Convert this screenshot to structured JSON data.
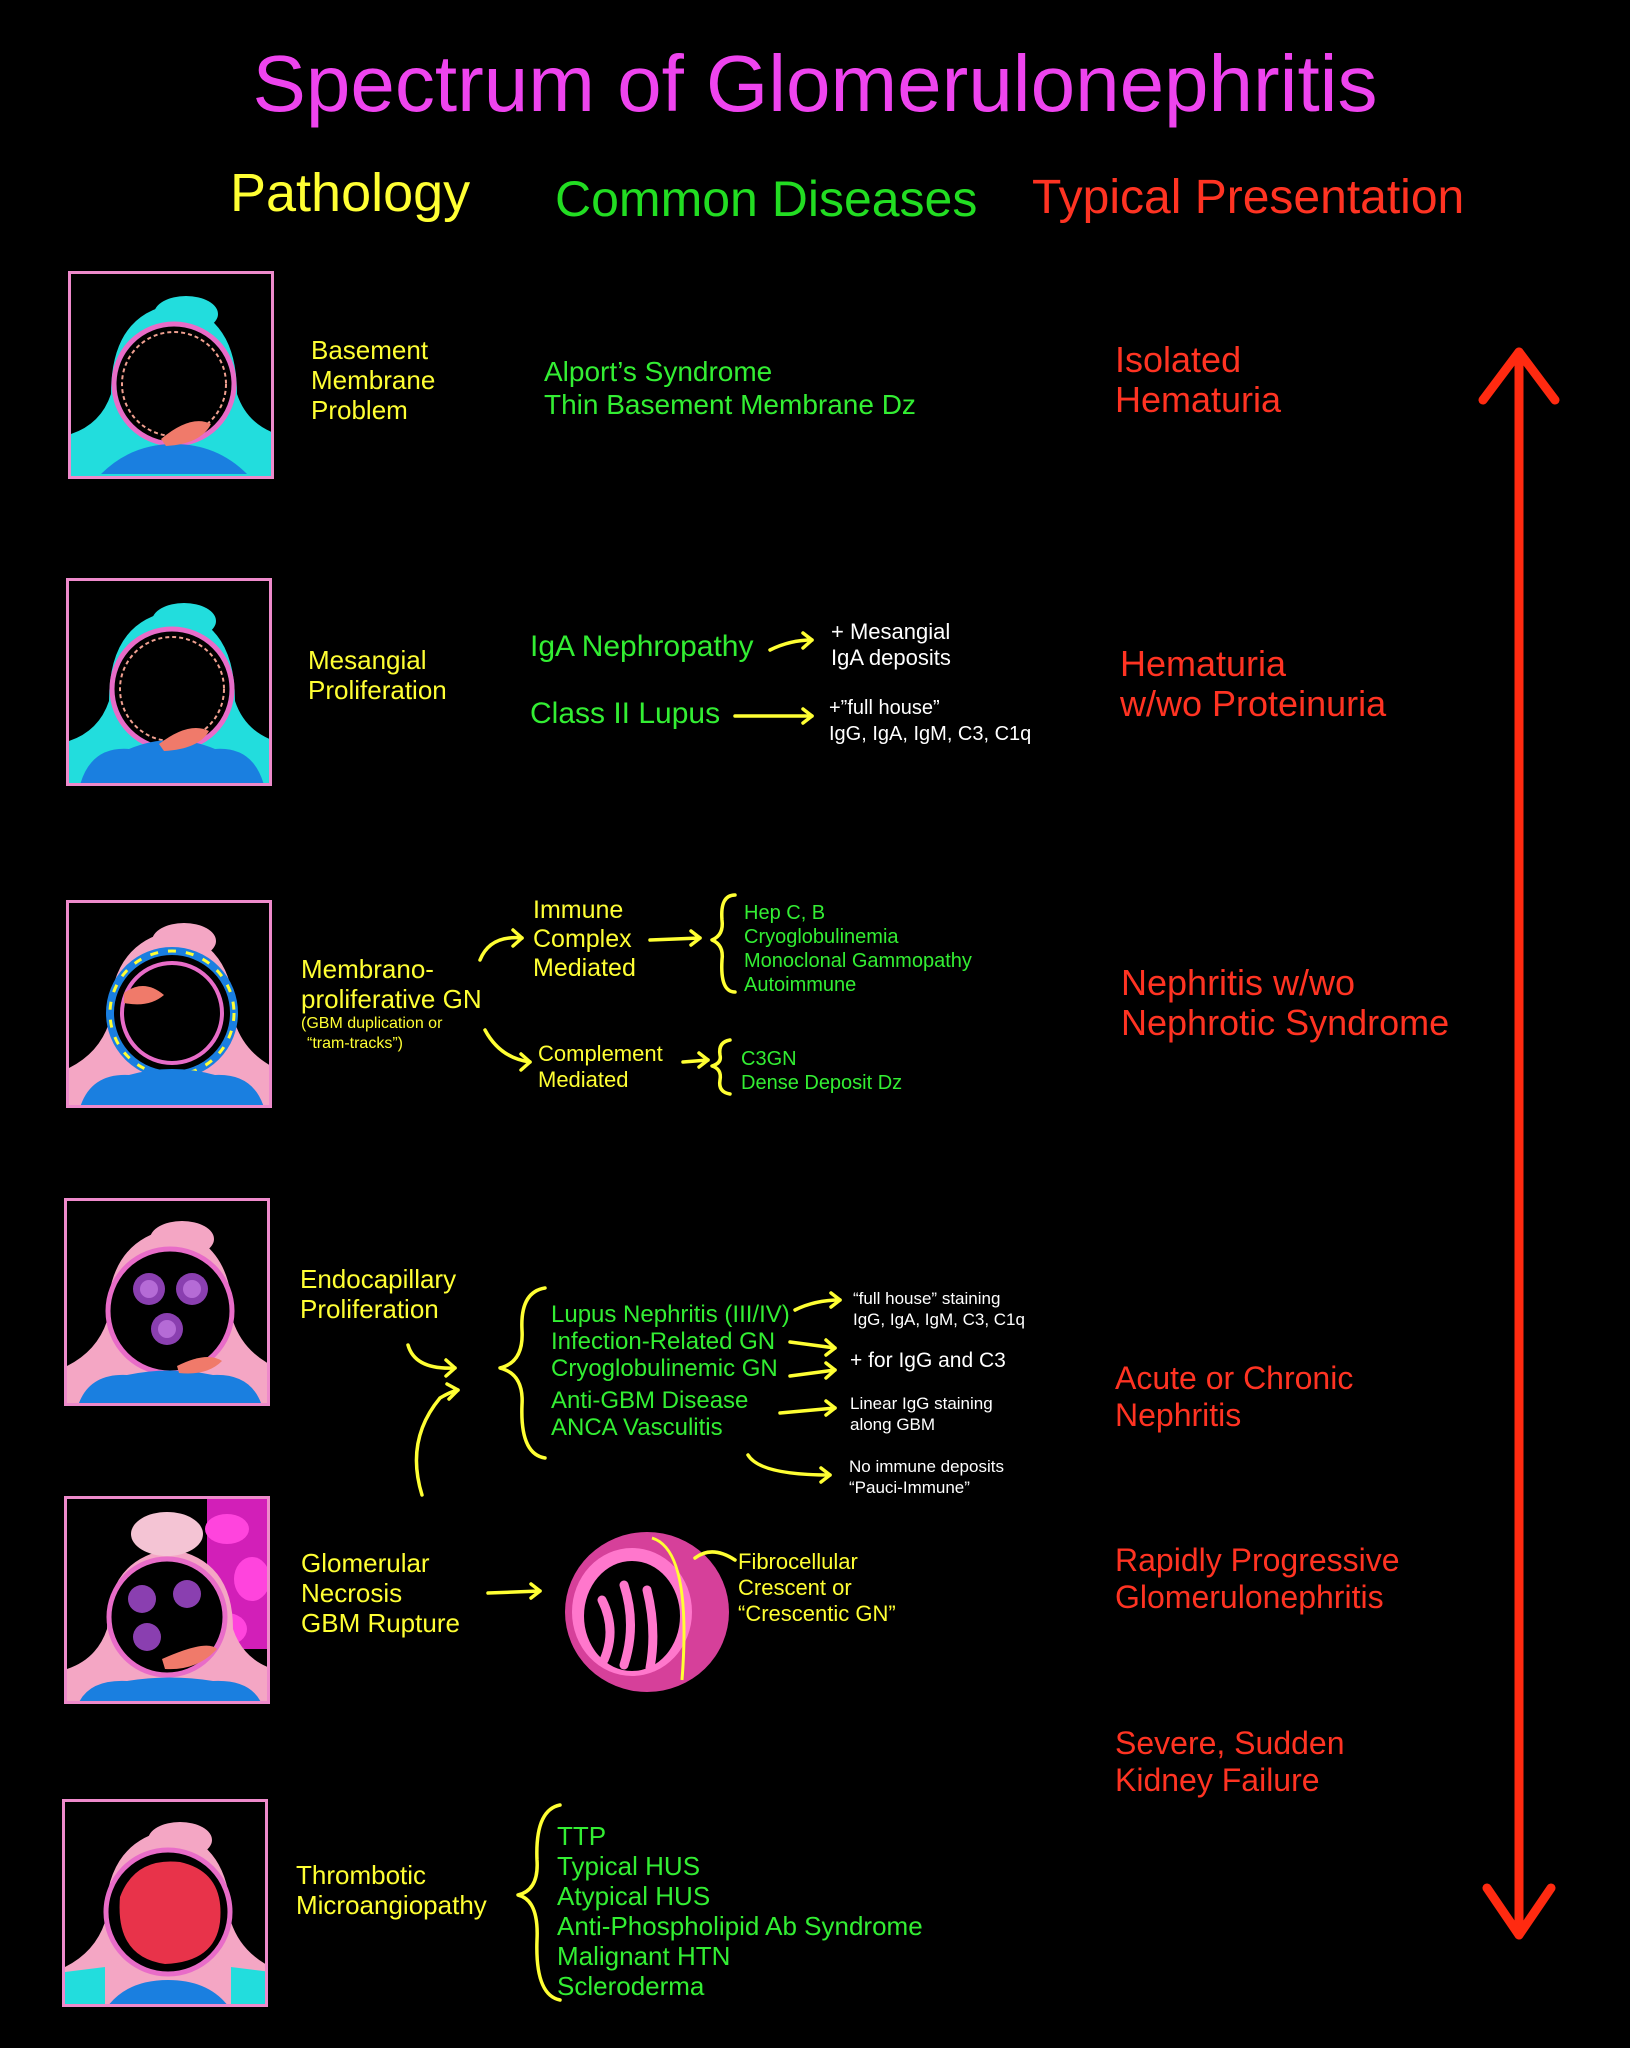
{
  "title": "Spectrum of Glomerulonephritis",
  "headers": {
    "pathology": "Pathology",
    "diseases": "Common Diseases",
    "presentation": "Typical Presentation"
  },
  "rows": {
    "basement": {
      "pathology": [
        "Basement",
        "Membrane",
        "Problem"
      ],
      "diseases": [
        "Alport’s Syndrome",
        "Thin Basement Membrane Dz"
      ]
    },
    "mesangial": {
      "pathology": [
        "Mesangial",
        "Proliferation"
      ],
      "igan": "IgA Nephropathy",
      "igan_note": [
        "+ Mesangial",
        "IgA deposits"
      ],
      "lupus2": "Class II Lupus",
      "lupus2_note": [
        "+”full house”",
        "IgG, IgA, IgM, C3, C1q"
      ]
    },
    "mpgn": {
      "pathology": [
        "Membrano-",
        "proliferative GN"
      ],
      "pathology_sub": [
        "(GBM duplication or",
        "“tram-tracks”)"
      ],
      "immune": [
        "Immune",
        "Complex",
        "Mediated"
      ],
      "immune_diseases": [
        "Hep C, B",
        "Cryoglobulinemia",
        "Monoclonal Gammopathy",
        "Autoimmune"
      ],
      "complement": [
        "Complement",
        "Mediated"
      ],
      "complement_diseases": [
        "C3GN",
        "Dense Deposit Dz"
      ]
    },
    "endocapillary": {
      "pathology": [
        "Endocapillary",
        "Proliferation"
      ],
      "diseases": [
        "Lupus Nephritis (III/IV)",
        "Infection-Related GN",
        "Cryoglobulinemic GN",
        "Anti-GBM Disease",
        "ANCA Vasculitis"
      ],
      "notes": {
        "full_house": [
          "“full house” staining",
          "IgG, IgA, IgM, C3, C1q"
        ],
        "igg_c3": "+ for IgG and C3",
        "linear": [
          "Linear IgG staining",
          "along GBM"
        ],
        "pauci": [
          "No immune deposits",
          "“Pauci-Immune”"
        ]
      }
    },
    "necrosis": {
      "pathology": [
        "Glomerular",
        "Necrosis",
        "GBM Rupture"
      ],
      "crescent": [
        "Fibrocellular",
        "Crescent or",
        "“Crescentic GN”"
      ]
    },
    "tma": {
      "pathology": [
        "Thrombotic",
        "Microangiopathy"
      ],
      "diseases": [
        "TTP",
        "Typical HUS",
        "Atypical HUS",
        "Anti-Phospholipid Ab Syndrome",
        "Malignant HTN",
        "Scleroderma"
      ]
    }
  },
  "presentation": {
    "isolated": [
      "Isolated",
      "Hematuria"
    ],
    "hematuria": [
      "Hematuria",
      "w/wo Proteinuria"
    ],
    "nephritis": [
      "Nephritis w/wo",
      "Nephrotic Syndrome"
    ],
    "acute": [
      "Acute or Chronic",
      "Nephritis"
    ],
    "rpgn": [
      "Rapidly Progressive",
      "Glomerulonephritis"
    ],
    "severe": [
      "Severe, Sudden",
      "Kidney Failure"
    ]
  },
  "colors": {
    "title": "#ee44ee",
    "pathology": "#ffff33",
    "diseases": "#22dd22",
    "presentation": "#ff3322",
    "panel_border": "#ee8acb",
    "podocyte_cyan": "#22dddd",
    "podocyte_pink": "#f4a6c4",
    "mesangium_blue": "#1a7fe0",
    "endothelial": "#f07a6a",
    "arrow": "#ff2a10"
  }
}
